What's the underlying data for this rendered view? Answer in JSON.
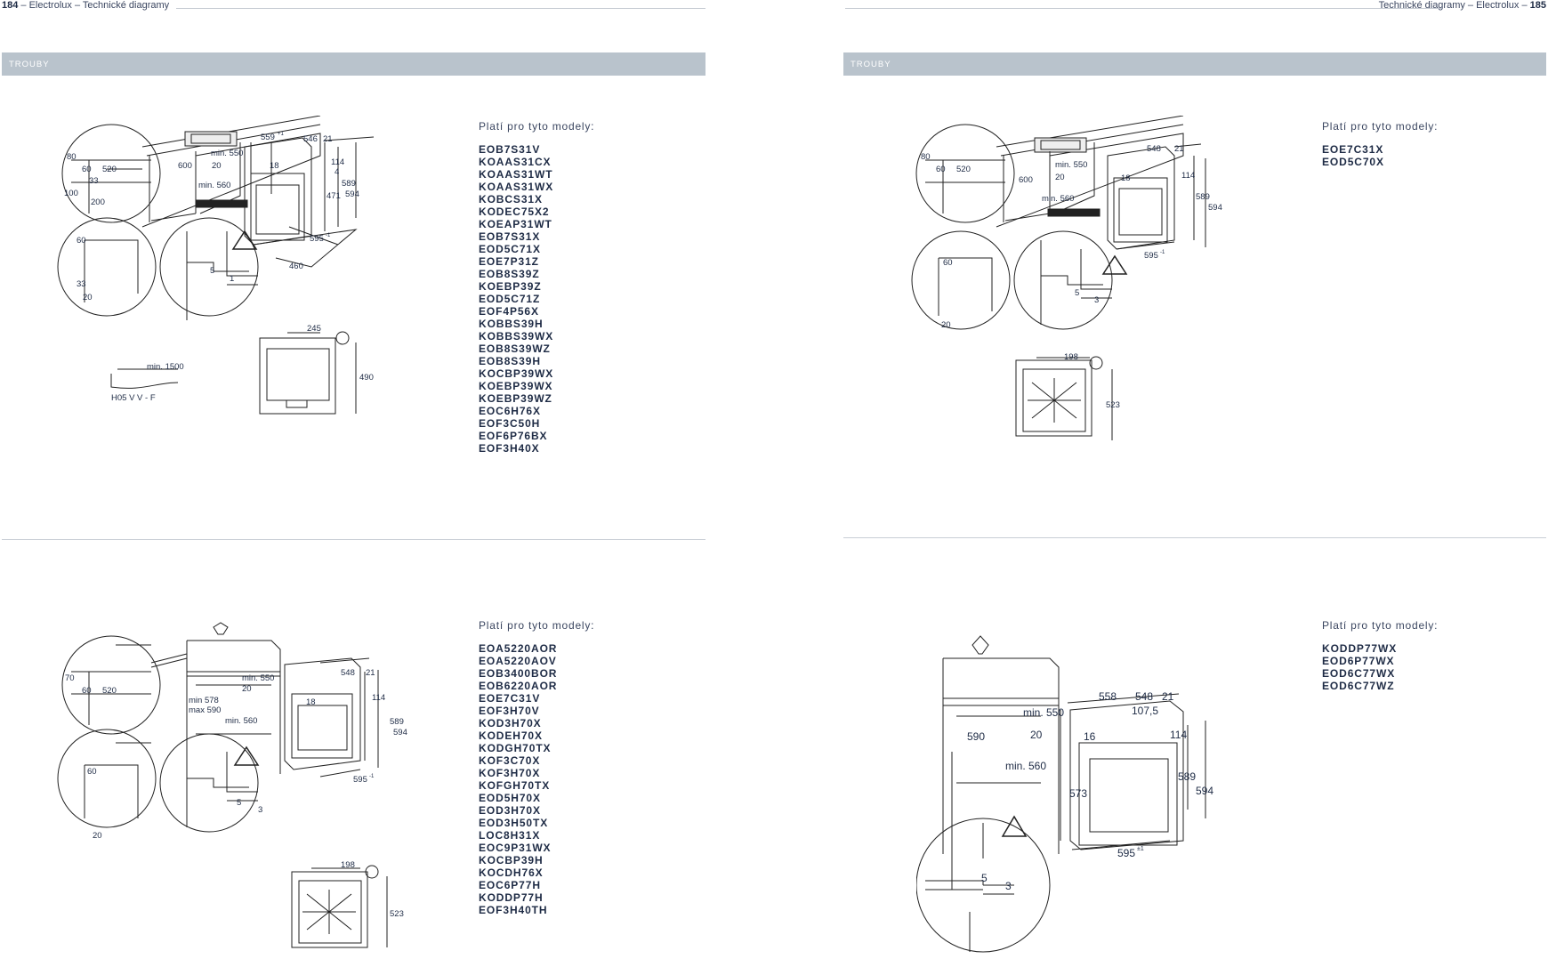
{
  "left_page": {
    "page_number": "184",
    "running_title": "– Electrolux – Technické diagramy",
    "section_band": "TROUBY",
    "top_block": {
      "models_header": "Platí pro tyto modely:",
      "models": [
        "EOB7S31V",
        "KOAAS31CX",
        "KOAAS31WT",
        "KOAAS31WX",
        "KOBCS31X",
        "KODEC75X2",
        "KOEAP31WT",
        "EOB7S31X",
        "EOD5C71X",
        "EOE7P31Z",
        "EOB8S39Z",
        "KOEBP39Z",
        "EOD5C71Z",
        "EOF4P56X",
        "KOBBS39H",
        "KOBBS39WX",
        "EOB8S39WZ",
        "EOB8S39H",
        "KOCBP39WX",
        "KOEBP39WX",
        "KOEBP39WZ",
        "EOC6H76X",
        "EOF3C50H",
        "EOF6P76BX",
        "EOF3H40X"
      ],
      "dims": {
        "d80": "80",
        "d60": "60",
        "d520": "520",
        "d33": "33",
        "d100": "100",
        "d200": "200",
        "d600": "600",
        "min550": "min. 550",
        "d20": "20",
        "min560": "min. 560",
        "d559": "559",
        "d559sup": "+1",
        "d546": "546",
        "d21": "21",
        "d114": "114",
        "d4": "4",
        "d18": "18",
        "d589": "589",
        "d594": "594",
        "d471": "471",
        "d595": "595",
        "d595sup": "-1",
        "d460": "460",
        "c60": "60",
        "c33": "33",
        "c20": "20",
        "w5": "5",
        "w1": "1",
        "t245": "245",
        "t490": "490",
        "cable_len": "min. 1500",
        "cable_type": "H05 V V - F"
      }
    },
    "bottom_block": {
      "models_header": "Platí pro tyto modely:",
      "models": [
        "EOA5220AOR",
        "EOA5220AOV",
        "EOB3400BOR",
        "EOB6220AOR",
        "EOE7C31V",
        "EOF3H70V",
        "KOD3H70X",
        "KODEH70X",
        "KODGH70TX",
        "KOF3C70X",
        "KOF3H70X",
        "KOFGH70TX",
        "EOD5H70X",
        "EOD3H70X",
        "EOD3H50TX",
        "LOC8H31X",
        "EOC9P31WX",
        "KOCBP39H",
        "KOCDH76X",
        "EOC6P77H",
        "KODDP77H",
        "EOF3H40TH"
      ],
      "dims": {
        "d70": "70",
        "d60": "60",
        "d520": "520",
        "min550": "min. 550",
        "d20": "20",
        "minmax1": "min 578",
        "minmax2": "max 590",
        "min560": "min. 560",
        "d548": "548",
        "d21": "21",
        "d114": "114",
        "d18": "18",
        "d589": "589",
        "d594": "594",
        "d595": "595",
        "d595sup": "-1",
        "c60": "60",
        "c20": "20",
        "w5": "5",
        "w3": "3",
        "t198": "198",
        "t523": "523"
      }
    }
  },
  "right_page": {
    "page_number": "185",
    "running_title": "Technické diagramy – Electrolux –",
    "section_band": "TROUBY",
    "top_block": {
      "models_header": "Platí pro tyto modely:",
      "models": [
        "EOE7C31X",
        "EOD5C70X"
      ],
      "dims": {
        "d80": "80",
        "d60": "60",
        "d520": "520",
        "d600": "600",
        "min550": "min. 550",
        "d20": "20",
        "min560": "min. 560",
        "d548": "548",
        "d21": "21",
        "d114": "114",
        "d18": "18",
        "d589": "589",
        "d594": "594",
        "d595": "595",
        "d595sup": "-1",
        "c60": "60",
        "c20": "20",
        "w5": "5",
        "w3": "3",
        "t198": "198",
        "t523": "523"
      }
    },
    "bottom_block": {
      "models_header": "Platí pro tyto modely:",
      "models": [
        "KODDP77WX",
        "EOD6P77WX",
        "EOD6C77WX",
        "EOD6C77WZ"
      ],
      "dims": {
        "d558": "558",
        "d548": "548",
        "d107": "107,5",
        "d21": "21",
        "min550": "min. 550",
        "d590": "590",
        "d20": "20",
        "d16": "16",
        "min560": "min. 560",
        "d114": "114",
        "d573": "573",
        "d589": "589",
        "d594": "594",
        "d595": "595",
        "d595sup": "±1",
        "w5": "5",
        "w3": "3"
      }
    }
  }
}
